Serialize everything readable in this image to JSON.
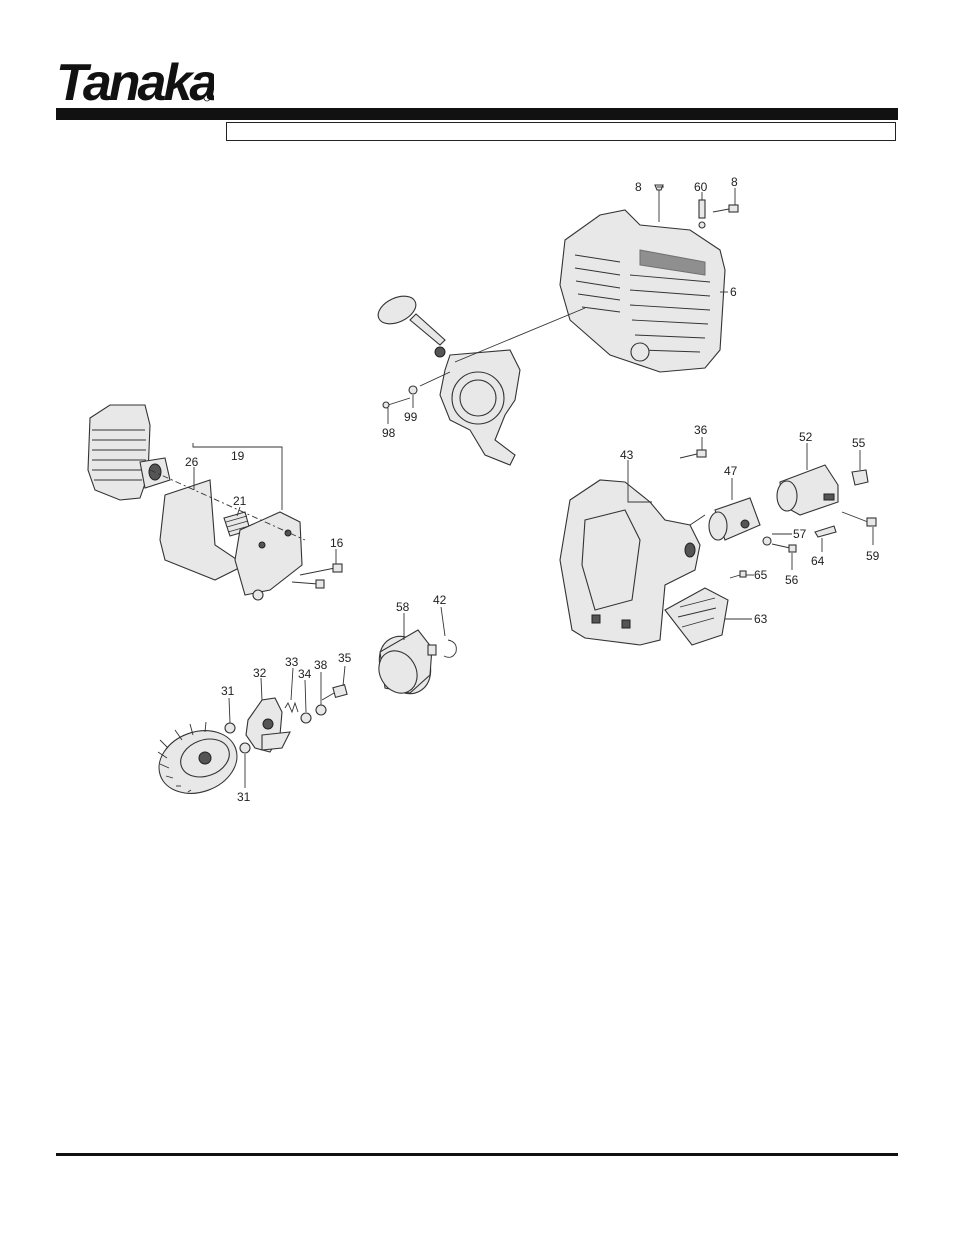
{
  "brand": {
    "logo_text": "Tanaka"
  },
  "header": {
    "title": ""
  },
  "callouts": {
    "c8a": "8",
    "c60": "60",
    "c8b": "8",
    "c6": "6",
    "c98": "98",
    "c99": "99",
    "c19": "19",
    "c26": "26",
    "c21": "21",
    "c16": "16",
    "c36": "36",
    "c43": "43",
    "c47": "47",
    "c52": "52",
    "c55": "55",
    "c57": "57",
    "c56": "56",
    "c64": "64",
    "c59": "59",
    "c65": "65",
    "c63": "63",
    "c58": "58",
    "c42": "42",
    "c33": "33",
    "c32": "32",
    "c34": "34",
    "c38": "38",
    "c35": "35",
    "c31a": "31",
    "c31b": "31"
  }
}
